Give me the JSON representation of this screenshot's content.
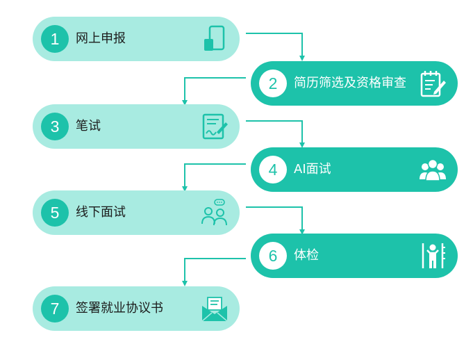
{
  "colors": {
    "accent": "#1dc2aa",
    "light_box": "#a8ebe1",
    "connector": "#1dc2aa"
  },
  "steps": [
    {
      "number": "1",
      "label": "网上申报",
      "icon": "mobile-phone-icon",
      "style": "light"
    },
    {
      "number": "2",
      "label": "简历筛选及资格审查",
      "icon": "notepad-pen-icon",
      "style": "dark"
    },
    {
      "number": "3",
      "label": "笔试",
      "icon": "document-signature-icon",
      "style": "light"
    },
    {
      "number": "4",
      "label": "AI面试",
      "icon": "people-group-icon",
      "style": "dark"
    },
    {
      "number": "5",
      "label": "线下面试",
      "icon": "two-people-chat-icon",
      "style": "light"
    },
    {
      "number": "6",
      "label": "体检",
      "icon": "person-measuring-icon",
      "style": "dark"
    },
    {
      "number": "7",
      "label": "签署就业协议书",
      "icon": "envelope-letter-icon",
      "style": "light"
    }
  ]
}
